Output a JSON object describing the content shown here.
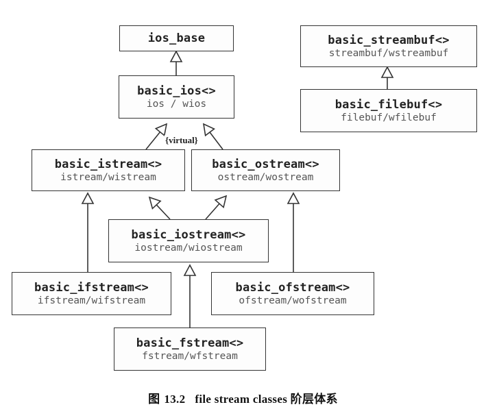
{
  "classes": {
    "ios_base": {
      "title": "ios_base"
    },
    "basic_ios": {
      "title": "basic_ios<>",
      "sub": "ios / wios"
    },
    "basic_istream": {
      "title": "basic_istream<>",
      "sub": "istream/wistream"
    },
    "basic_ostream": {
      "title": "basic_ostream<>",
      "sub": "ostream/wostream"
    },
    "basic_iostream": {
      "title": "basic_iostream<>",
      "sub": "iostream/wiostream"
    },
    "basic_ifstream": {
      "title": "basic_ifstream<>",
      "sub": "ifstream/wifstream"
    },
    "basic_ofstream": {
      "title": "basic_ofstream<>",
      "sub": "ofstream/wofstream"
    },
    "basic_fstream": {
      "title": "basic_fstream<>",
      "sub": "fstream/wfstream"
    },
    "basic_streambuf": {
      "title": "basic_streambuf<>",
      "sub": "streambuf/wstreambuf"
    },
    "basic_filebuf": {
      "title": "basic_filebuf<>",
      "sub": "filebuf/wfilebuf"
    }
  },
  "virtual_label": "{virtual}",
  "caption": {
    "figure": "图",
    "number": "13.2",
    "text": "file stream classes 阶层体系"
  }
}
